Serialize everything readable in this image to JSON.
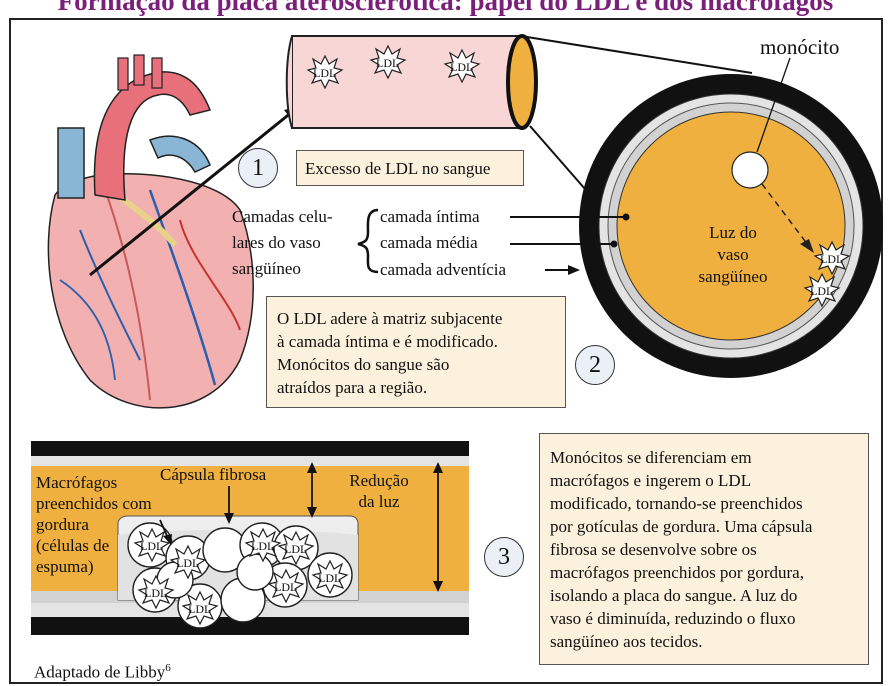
{
  "title": "Formação da placa aterosclerótica: papel do LDL e dos macrófagos",
  "ldl_label": "LDL",
  "monocito_label": "monócito",
  "step_numbers": [
    "1",
    "2",
    "3"
  ],
  "box1": "Excesso de LDL no sangue",
  "camadas": {
    "group_label": [
      "Camadas celu-",
      "lares do vaso",
      "sangüíneo"
    ],
    "items": [
      "camada íntima",
      "camada média",
      "camada adventícia"
    ]
  },
  "lumen_label": [
    "Luz do",
    "vaso",
    "sangüíneo"
  ],
  "box2": [
    "O LDL adere à matriz subjacente",
    "à camada íntima e é modificado.",
    "Monócitos do sangue são",
    "atraídos para a região."
  ],
  "section3": {
    "macrofagos_label": [
      "Macrófagos",
      "preenchidos com",
      "gordura",
      "(células de",
      "espuma)"
    ],
    "capsula_label": "Cápsula fibrosa",
    "reducao_label": [
      "Redução",
      "da luz"
    ]
  },
  "box3": [
    "Monócitos se diferenciam em",
    "macrófagos e ingerem o LDL",
    "modificado, tornando-se preenchidos",
    "por gotículas de gordura. Uma cápsula",
    "fibrosa se desenvolve sobre os",
    "macrófagos preenchidos por gordura,",
    "isolando a placa do sangue. A luz do",
    "vaso é diminuída, reduzindo o fluxo",
    "sangüíneo aos tecidos."
  ],
  "source": "Adaptado de Libby",
  "source_sup": "6",
  "colors": {
    "title": "#7a1f7a",
    "lumen": "#f0b040",
    "box": "#fbf1dc",
    "vessel": "#f8d6d6"
  }
}
